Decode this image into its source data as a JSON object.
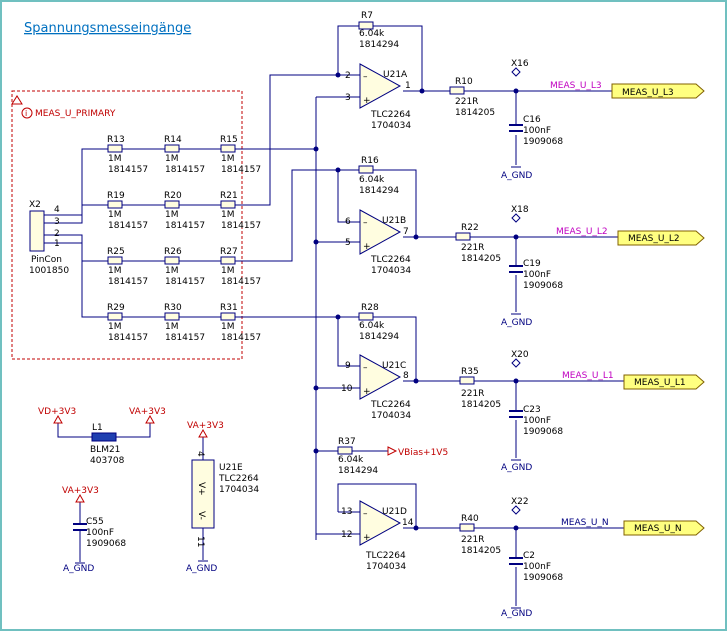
{
  "title": "Spannungsmesseingänge",
  "primary_block": "MEAS_U_PRIMARY",
  "connector": {
    "ref": "X2",
    "pins": [
      "4",
      "3",
      "2",
      "1"
    ],
    "name": "PinCon",
    "part": "1001850"
  },
  "resistor_rows": [
    {
      "refs": [
        "R13",
        "R14",
        "R15"
      ],
      "value": "1M",
      "part": "1814157"
    },
    {
      "refs": [
        "R19",
        "R20",
        "R21"
      ],
      "value": "1M",
      "part": "1814157"
    },
    {
      "refs": [
        "R25",
        "R26",
        "R27"
      ],
      "value": "1M",
      "part": "1814157"
    },
    {
      "refs": [
        "R29",
        "R30",
        "R31"
      ],
      "value": "1M",
      "part": "1814157"
    }
  ],
  "channels": [
    {
      "opamp": "U21A",
      "pin_plus": "3",
      "pin_minus": "2",
      "pin_out": "1",
      "fb_ref": "R7",
      "fb_val": "6.04k",
      "fb_part": "1814294",
      "part": "TLC2264",
      "part_no": "1704034",
      "out_ref": "R10",
      "out_val": "221R",
      "out_part": "1814205",
      "tp": "X16",
      "cap_ref": "C16",
      "cap_val": "100nF",
      "cap_part": "1909068",
      "gnd": "A_GND",
      "net": "MEAS_U_L3",
      "port": "MEAS_U_L3"
    },
    {
      "opamp": "U21B",
      "pin_plus": "5",
      "pin_minus": "6",
      "pin_out": "7",
      "fb_ref": "R16",
      "fb_val": "6.04k",
      "fb_part": "1814294",
      "part": "TLC2264",
      "part_no": "1704034",
      "out_ref": "R22",
      "out_val": "221R",
      "out_part": "1814205",
      "tp": "X18",
      "cap_ref": "C19",
      "cap_val": "100nF",
      "cap_part": "1909068",
      "gnd": "A_GND",
      "net": "MEAS_U_L2",
      "port": "MEAS_U_L2"
    },
    {
      "opamp": "U21C",
      "pin_plus": "10",
      "pin_minus": "9",
      "pin_out": "8",
      "fb_ref": "R28",
      "fb_val": "6.04k",
      "fb_part": "1814294",
      "part": "TLC2264",
      "part_no": "1704034",
      "out_ref": "R35",
      "out_val": "221R",
      "out_part": "1814205",
      "tp": "X20",
      "cap_ref": "C23",
      "cap_val": "100nF",
      "cap_part": "1909068",
      "gnd": "A_GND",
      "net": "MEAS_U_L1",
      "port": "MEAS_U_L1"
    },
    {
      "opamp": "U21D",
      "pin_plus": "12",
      "pin_minus": "13",
      "pin_out": "14",
      "fb_ref": "",
      "fb_val": "",
      "fb_part": "",
      "part": "TLC2264",
      "part_no": "1704034",
      "out_ref": "R40",
      "out_val": "221R",
      "out_part": "1814205",
      "tp": "X22",
      "cap_ref": "C2",
      "cap_val": "100nF",
      "cap_part": "1909068",
      "gnd": "A_GND",
      "net": "MEAS_U_N",
      "port": "MEAS_U_N"
    }
  ],
  "bias": {
    "ref": "R37",
    "val": "6.04k",
    "part": "1814294",
    "net": "VBias+1V5"
  },
  "filter": {
    "ref": "L1",
    "name": "BLM21",
    "part": "403708",
    "in": "VD+3V3",
    "out": "VA+3V3"
  },
  "decoupling": {
    "supply": "VA+3V3",
    "ref": "C55",
    "val": "100nF",
    "part": "1909068",
    "gnd": "A_GND"
  },
  "supply_unit": {
    "supply": "VA+3V3",
    "ref": "U21E",
    "part": "TLC2264",
    "part_no": "1704034",
    "pin_top": "4",
    "pin_bot": "11",
    "vpos": "V+",
    "vneg": "V-",
    "gnd": "A_GND"
  },
  "colors": {
    "wire": "#000080",
    "power": "#c00000",
    "net": "#c000c0",
    "port": "#ffff80",
    "frame": "#70c0c0"
  }
}
